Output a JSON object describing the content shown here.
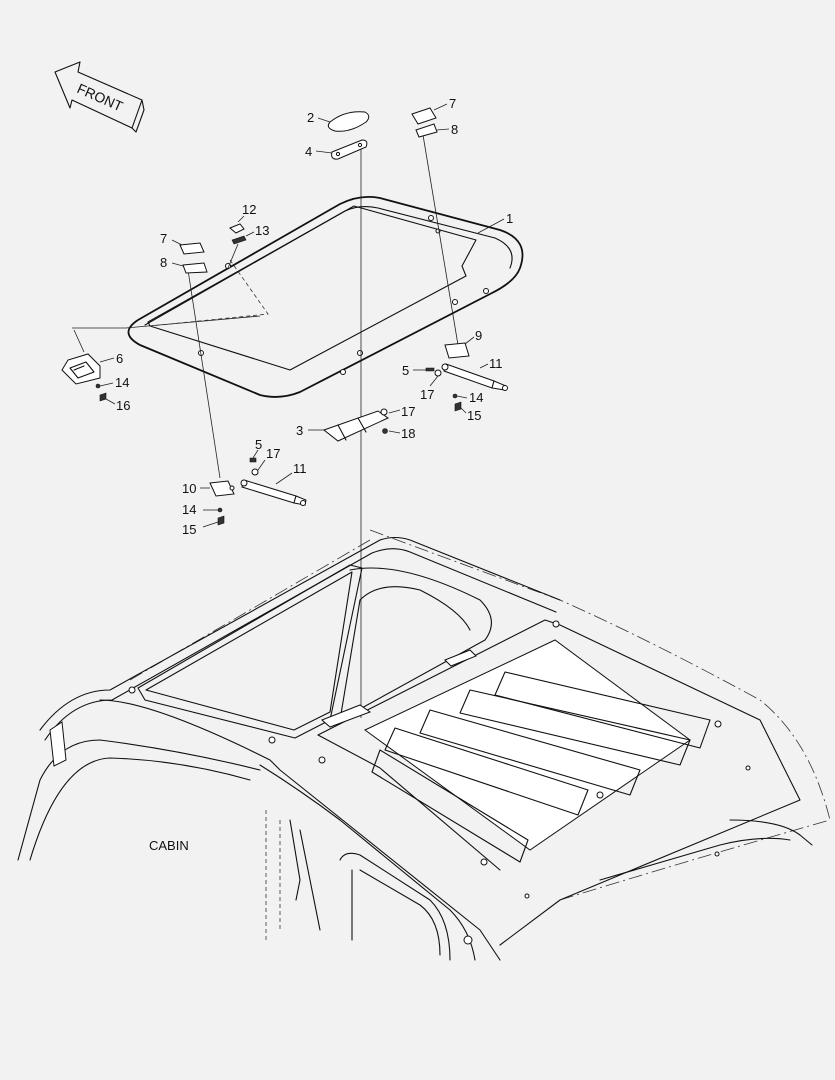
{
  "arrow_label": "FRONT",
  "cabin_label": "CABIN",
  "callouts": [
    "1",
    "2",
    "3",
    "4",
    "5",
    "5",
    "6",
    "7",
    "7",
    "8",
    "8",
    "9",
    "10",
    "11",
    "11",
    "12",
    "13",
    "14",
    "14",
    "14",
    "15",
    "15",
    "16",
    "17",
    "17",
    "17",
    "18"
  ]
}
